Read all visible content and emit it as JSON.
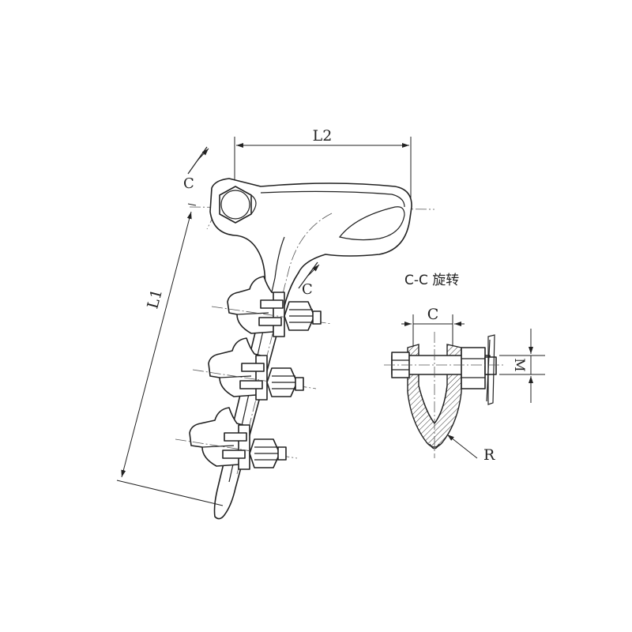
{
  "labels": {
    "l2": "L2",
    "l1": "L1",
    "section_mark_upper": "C",
    "section_mark_lower": "C",
    "section_title": "C-C 旋转",
    "dim_c": "C",
    "dim_m": "M",
    "dim_r": "R"
  }
}
